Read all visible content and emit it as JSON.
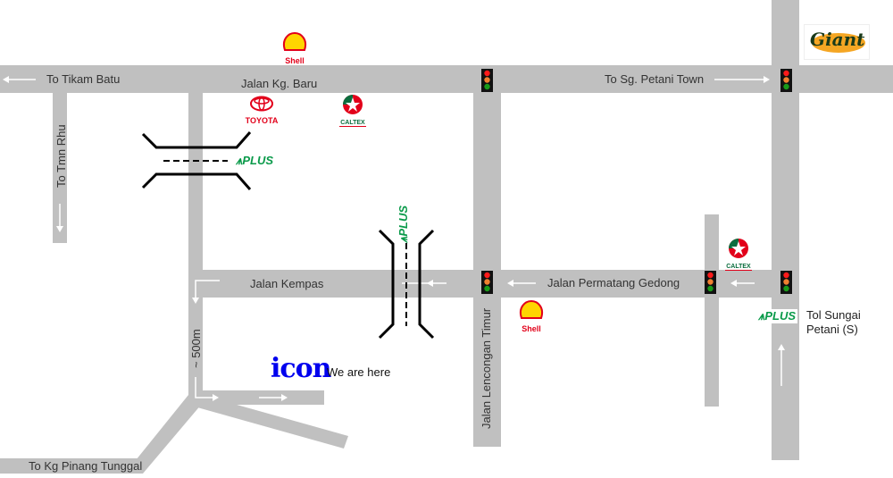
{
  "roads": {
    "tikam_batu": "To Tikam Batu",
    "kg_baru": "Jalan Kg. Baru",
    "sg_petani_town": "To Sg. Petani Town",
    "tmn_rhu": "To Tmn Rhu",
    "kempas": "Jalan Kempas",
    "permatang_gedong": "Jalan Permatang Gedong",
    "lencongan_timur": "Jalan Lencongan Timur",
    "distance": "~ 500m",
    "kg_pinang_tunggal": "To Kg Pinang Tunggal",
    "tol_line1": "Tol Sungai",
    "tol_line2": "Petani (S)"
  },
  "landmarks": {
    "shell": "Shell",
    "toyota": "TOYOTA",
    "caltex": "CALTEX",
    "plus": "PLUS",
    "giant": "Giant",
    "icon_brand": "icon",
    "we_are_here": "We are here"
  },
  "colors": {
    "road": "#c0c0c0",
    "shell": "#e2001a",
    "plus": "#0a9a4a",
    "icon": "#0000ee"
  }
}
